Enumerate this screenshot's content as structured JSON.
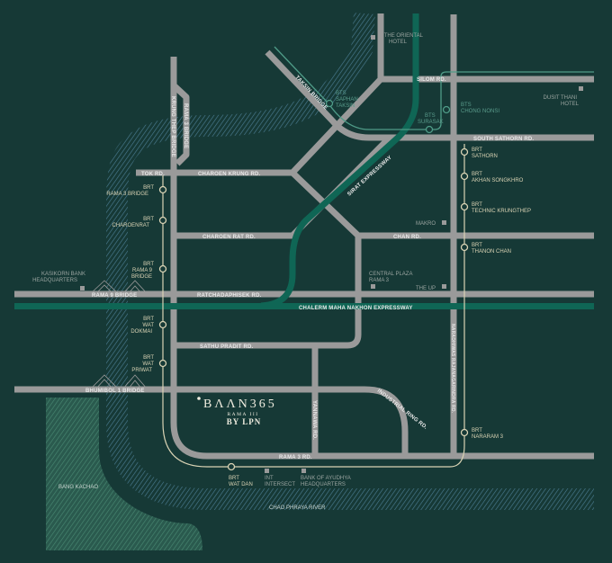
{
  "colors": {
    "background": "#163936",
    "road": "#9a9a9a",
    "expressway": "#0f6655",
    "brt": "#d9d3b4",
    "bts": "#4f9c88",
    "river": "#4d7f96",
    "green_area": "#3f7d6a"
  },
  "logo": {
    "name": "BΛΛN365",
    "sub": "RAMA III",
    "by": "BY LPN"
  },
  "roads": {
    "silom": "SILOM RD.",
    "south_sathorn": "SOUTH SATHORN RD.",
    "tok": "TOK RD.",
    "charoen_krung": "CHAROEN KRUNG RD.",
    "charoen_rat": "CHAROEN RAT RD.",
    "chan": "CHAN RD.",
    "ratchadaphisek": "RATCHADAPHISEK RD.",
    "sathu_pradit": "SATHU PRADIT RD.",
    "rama3": "RAMA 3 RD.",
    "yannawa": "YANNAWA RD.",
    "industrial_ring": "INDUSTRIAL RING RD.",
    "naradhiwas": "NARADHIWAS RAJANAGARINDRA RD.",
    "krung_thep_bridge": "KRUNG THEP BRIDGE",
    "rama3_bridge": "RAMA 3 BRIDGE",
    "taksin_bridge": "TAKSIN BRIDGE",
    "rama9_bridge": "RAMA 9 BRIDGE",
    "bhumibol_bridge": "BHUMIBOL 1 BRIDGE",
    "sirat": "SIRAT EXPRESSWAY",
    "chalerm": "CHALERM MAHA NAKHON EXPRESSWAY"
  },
  "brt_stations": [
    [
      "BRT",
      "RAMA 3 BRIDGE"
    ],
    [
      "BRT",
      "CHAROENRAT"
    ],
    [
      "BRT",
      "RAMA 9",
      "BRIDGE"
    ],
    [
      "BRT",
      "WAT",
      "DOKMAI"
    ],
    [
      "BRT",
      "WAT",
      "PRIWAT"
    ],
    [
      "BRT",
      "WAT DAN"
    ],
    [
      "BRT",
      "SATHORN"
    ],
    [
      "BRT",
      "AKHAN SONGKHRO"
    ],
    [
      "BRT",
      "TECHNIC KRUNGTHEP"
    ],
    [
      "BRT",
      "THANON CHAN"
    ],
    [
      "BRT",
      "NARARAM 3"
    ]
  ],
  "bts_stations": [
    [
      "BTS",
      "SAPHAN",
      "TAKSIN"
    ],
    [
      "BTS",
      "SURASAK"
    ],
    [
      "BTS",
      "CHONG NONSI"
    ]
  ],
  "landmarks": {
    "oriental": [
      "THE ORIENTAL",
      "HOTEL"
    ],
    "dusit": [
      "DUSIT THANI",
      "HOTEL"
    ],
    "makro": "MAKRO",
    "central": [
      "CENTRAL PLAZA",
      "RAMA 3"
    ],
    "theup": "THE UP",
    "kasikorn": [
      "KASIKORN BANK",
      "HEADQUARTERS"
    ],
    "int": [
      "INT",
      "INTERSECT"
    ],
    "bay": [
      "BANK OF AYUDHYA",
      "HEADQUARTERS"
    ],
    "bang_kachao": "BANG KACHAO",
    "river": "CHAO PHRAYA RIVER"
  }
}
